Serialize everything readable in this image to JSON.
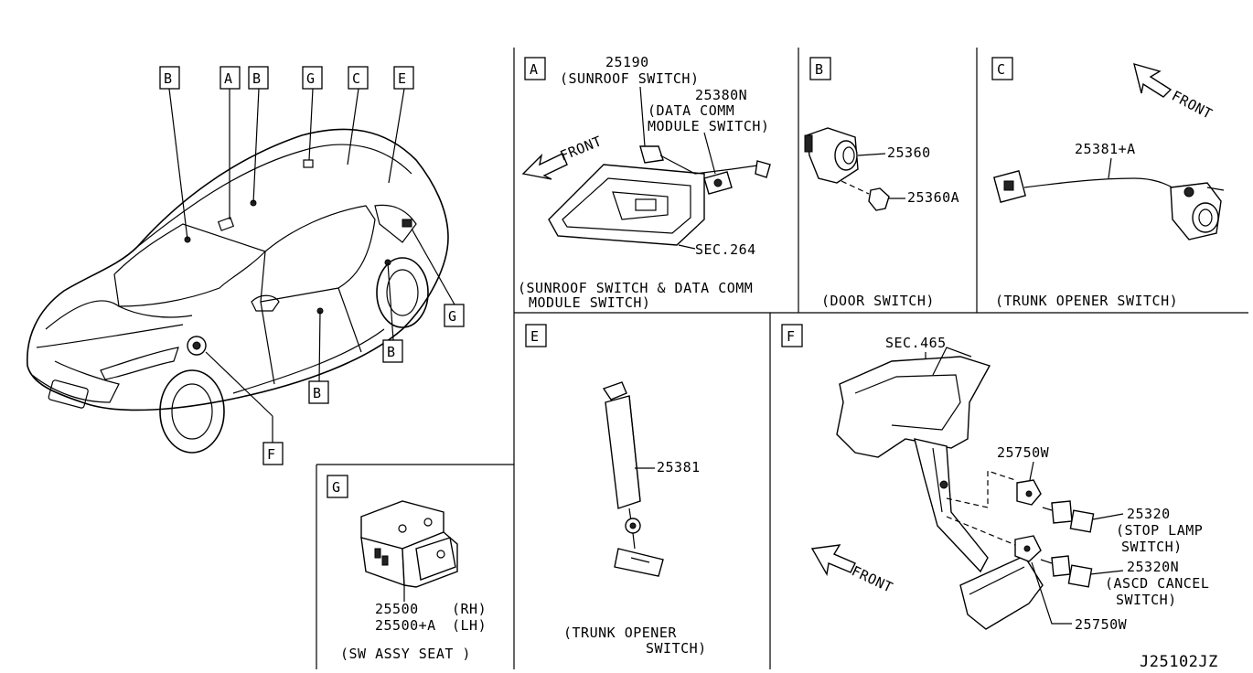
{
  "diagram_id": "J25102JZ",
  "car_callouts": {
    "b1": "B",
    "a": "A",
    "b2": "B",
    "g1": "G",
    "c": "C",
    "e": "E",
    "g2": "G",
    "b3": "B",
    "b4": "B",
    "f": "F"
  },
  "panel_a": {
    "letter": "A",
    "part1_no": "25190",
    "part1_desc": "(SUNROOF SWITCH)",
    "part2_no": "25380N",
    "part2_desc1": "(DATA COMM",
    "part2_desc2": "MODULE SWITCH)",
    "front": "FRONT",
    "sec": "SEC.264",
    "caption1": "(SUNROOF SWITCH & DATA COMM",
    "caption2": "MODULE SWITCH)"
  },
  "panel_b": {
    "letter": "B",
    "part1": "25360",
    "part2": "25360A",
    "caption": "(DOOR SWITCH)"
  },
  "panel_c": {
    "letter": "C",
    "front": "FRONT",
    "part": "25381+A",
    "caption": "(TRUNK OPENER SWITCH)"
  },
  "panel_e": {
    "letter": "E",
    "part": "25381",
    "caption1": "(TRUNK OPENER",
    "caption2": "SWITCH)"
  },
  "panel_f": {
    "letter": "F",
    "sec": "SEC.465",
    "part1": "25750W",
    "part2_no": "25320",
    "part2_desc1": "(STOP LAMP",
    "part2_desc2": "SWITCH)",
    "part3_no": "25320N",
    "part3_desc1": "(ASCD CANCEL",
    "part3_desc2": "SWITCH)",
    "part4": "25750W",
    "front": "FRONT"
  },
  "panel_g": {
    "letter": "G",
    "part_rh": "25500",
    "rh": "(RH)",
    "part_lh": "25500+A",
    "lh": "(LH)",
    "caption": "(SW ASSY SEAT )"
  }
}
